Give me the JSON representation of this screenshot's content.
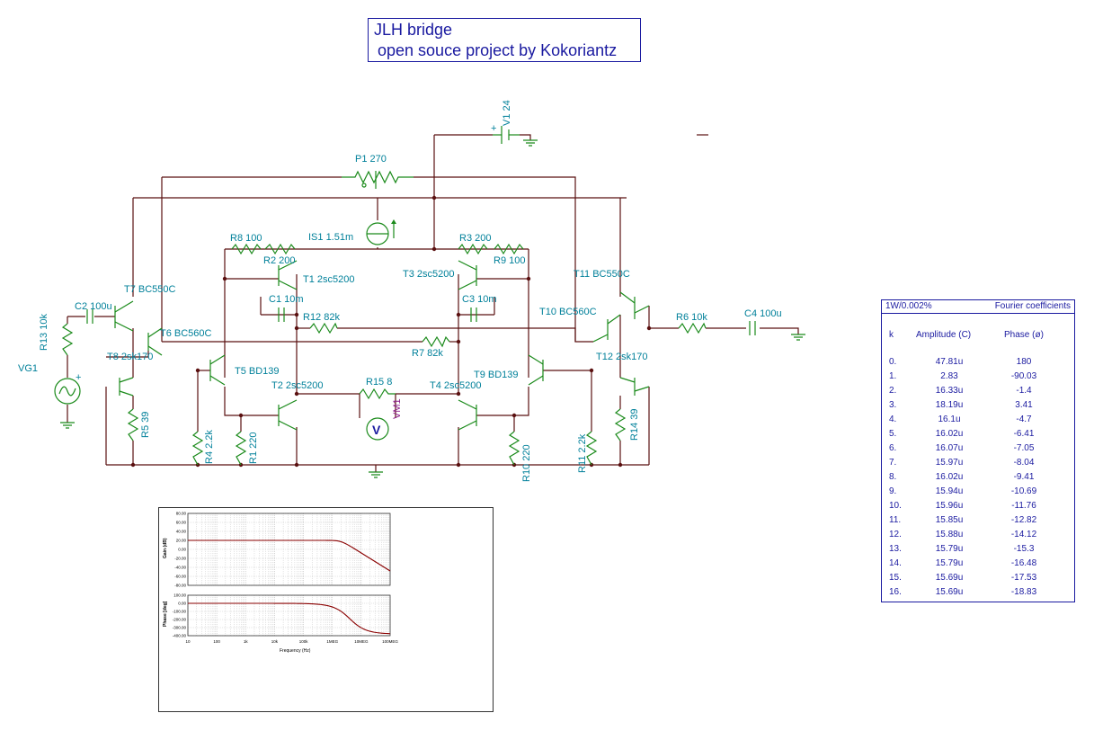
{
  "title": {
    "line1": "JLH bridge",
    "line2": "open souce project by Kokoriantz"
  },
  "components": {
    "V1": "V1 24",
    "P1": "P1 270",
    "IS1": "IS1 1.51m",
    "R8": "R8 100",
    "R2": "R2 200",
    "T1": "T1 2sc5200",
    "C1": "C1 10m",
    "R12": "R12 82k",
    "R3": "R3 200",
    "R9": "R9 100",
    "T3": "T3 2sc5200",
    "C3": "C3 10m",
    "R7": "R7 82k",
    "T7": "T7 BC550C",
    "T6": "T6 BC560C",
    "T8": "T8 2sk170",
    "C2": "C2 100u",
    "R13": "R13 10k",
    "VG1": "VG1",
    "R5": "R5 39",
    "R4": "R4 2.2k",
    "R1": "R1 220",
    "T5": "T5 BD139",
    "T2": "T2 2sc5200",
    "R15": "R15 8",
    "VM1": "VM1",
    "T4": "T4 2sc5200",
    "T9": "T9 BD139",
    "R10": "R10 220",
    "R11": "R11 2.2k",
    "T11": "T11 BC550C",
    "T10": "T10 BC560C",
    "T12": "T12 2sk170",
    "R6": "R6 10k",
    "C4": "C4 100u",
    "R14": "R14 39"
  },
  "bode": {
    "gain_axis": "Gain (dB)",
    "phase_axis": "Phase [deg]",
    "x_axis": "Frequency (Hz)",
    "gain_ticks": [
      "80.00",
      "60.00",
      "40.00",
      "20.00",
      "0.00",
      "-20.00",
      "-40.00",
      "-60.00",
      "-80.00"
    ],
    "phase_ticks": [
      "100.00",
      "0.00",
      "-100.00",
      "-200.00",
      "-300.00",
      "-400.00"
    ],
    "freq_ticks": [
      "10",
      "100",
      "1k",
      "10k",
      "100k",
      "1MEG",
      "10MEG",
      "100MEG"
    ]
  },
  "fourier": {
    "header_left": "1W/0.002%",
    "header_right": "Fourier coefficients",
    "col_k": "k",
    "col_amp": "Amplitude (C)",
    "col_phase": "Phase (ø)",
    "rows": [
      {
        "k": "0.",
        "amp": "47.81u",
        "phase": "180"
      },
      {
        "k": "1.",
        "amp": "2.83",
        "phase": "-90.03"
      },
      {
        "k": "2.",
        "amp": "16.33u",
        "phase": "-1.4"
      },
      {
        "k": "3.",
        "amp": "18.19u",
        "phase": "3.41"
      },
      {
        "k": "4.",
        "amp": "16.1u",
        "phase": "-4.7"
      },
      {
        "k": "5.",
        "amp": "16.02u",
        "phase": "-6.41"
      },
      {
        "k": "6.",
        "amp": "16.07u",
        "phase": "-7.05"
      },
      {
        "k": "7.",
        "amp": "15.97u",
        "phase": "-8.04"
      },
      {
        "k": "8.",
        "amp": "16.02u",
        "phase": "-9.41"
      },
      {
        "k": "9.",
        "amp": "15.94u",
        "phase": "-10.69"
      },
      {
        "k": "10.",
        "amp": "15.96u",
        "phase": "-11.76"
      },
      {
        "k": "11.",
        "amp": "15.85u",
        "phase": "-12.82"
      },
      {
        "k": "12.",
        "amp": "15.88u",
        "phase": "-14.12"
      },
      {
        "k": "13.",
        "amp": "15.79u",
        "phase": "-15.3"
      },
      {
        "k": "14.",
        "amp": "15.79u",
        "phase": "-16.48"
      },
      {
        "k": "15.",
        "amp": "15.69u",
        "phase": "-17.53"
      },
      {
        "k": "16.",
        "amp": "15.69u",
        "phase": "-18.83"
      }
    ]
  },
  "colors": {
    "wire": "#5a1010",
    "component": "#1a8a1a",
    "label": "#00809a",
    "title": "#1a1aa0",
    "curve": "#8a0000"
  }
}
